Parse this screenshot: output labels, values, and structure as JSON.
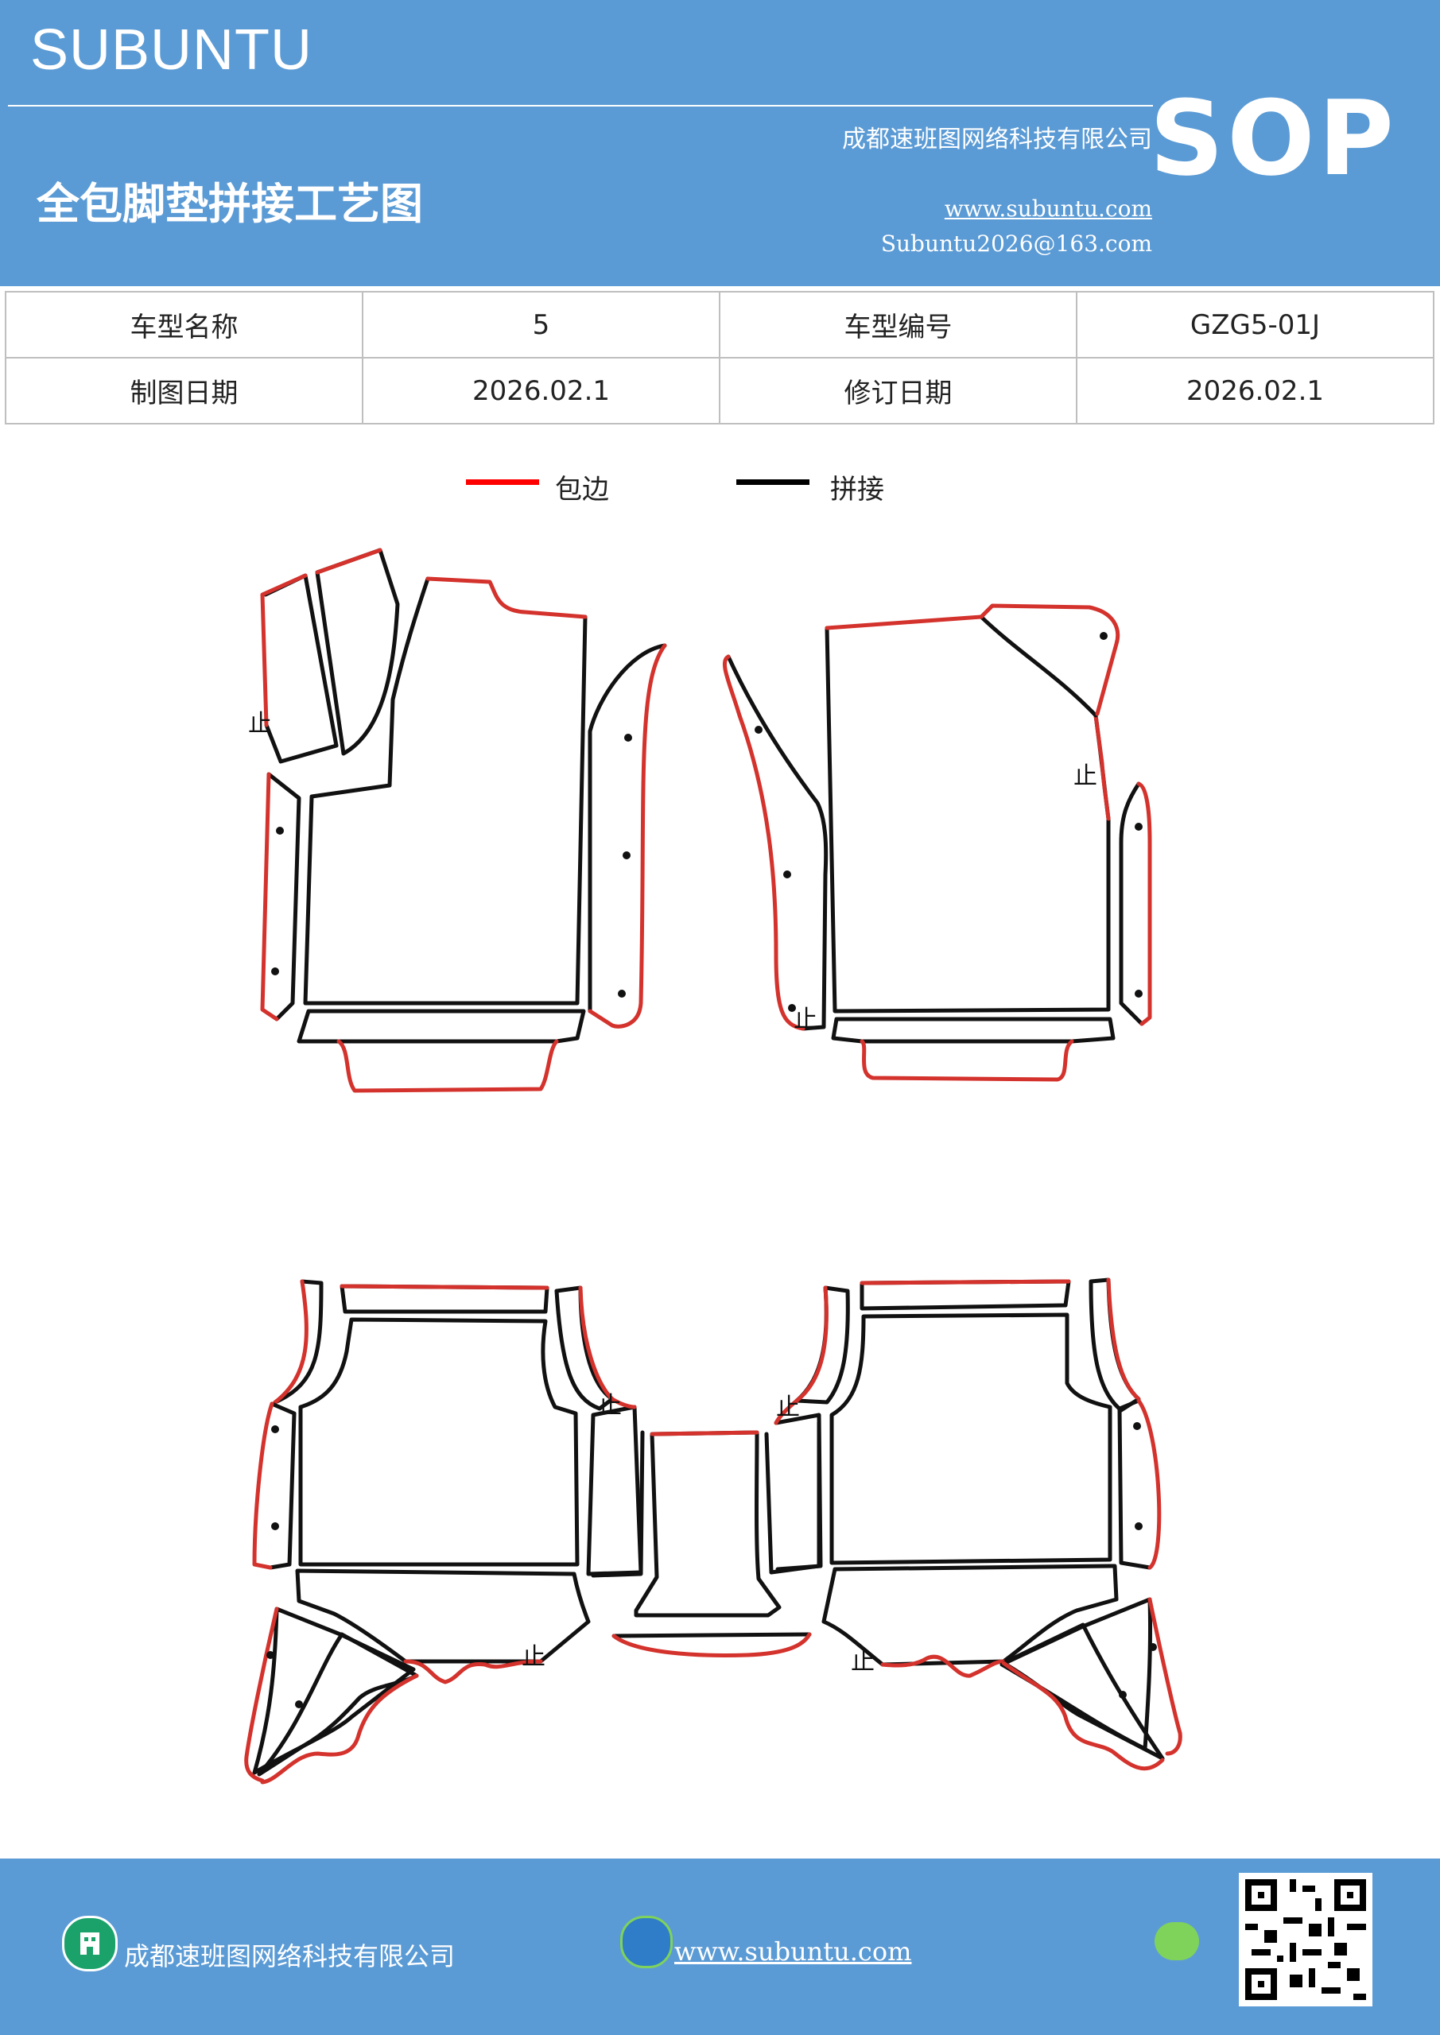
{
  "header": {
    "brand": "SUBUNTU",
    "title": "全包脚垫拼接工艺图",
    "company": "成都速班图网络科技有限公司",
    "website": "www.subuntu.com",
    "email": "Subuntu2026@163.com",
    "badge": "SOP"
  },
  "info_table": {
    "rows": [
      [
        "车型名称",
        "5",
        "车型编号",
        "GZG5-01J"
      ],
      [
        "制图日期",
        "2026.02.1",
        "修订日期",
        "2026.02.1"
      ]
    ]
  },
  "legend": [
    {
      "label": "包边",
      "color": "#ff0000"
    },
    {
      "label": "拼接",
      "color": "#000000"
    }
  ],
  "drawing": {
    "edge_color": "#d4322c",
    "seam_color": "#111111",
    "stop_mark": "止"
  },
  "footer": {
    "company": "成都速班图网络科技有限公司",
    "website": "www.subuntu.com"
  }
}
